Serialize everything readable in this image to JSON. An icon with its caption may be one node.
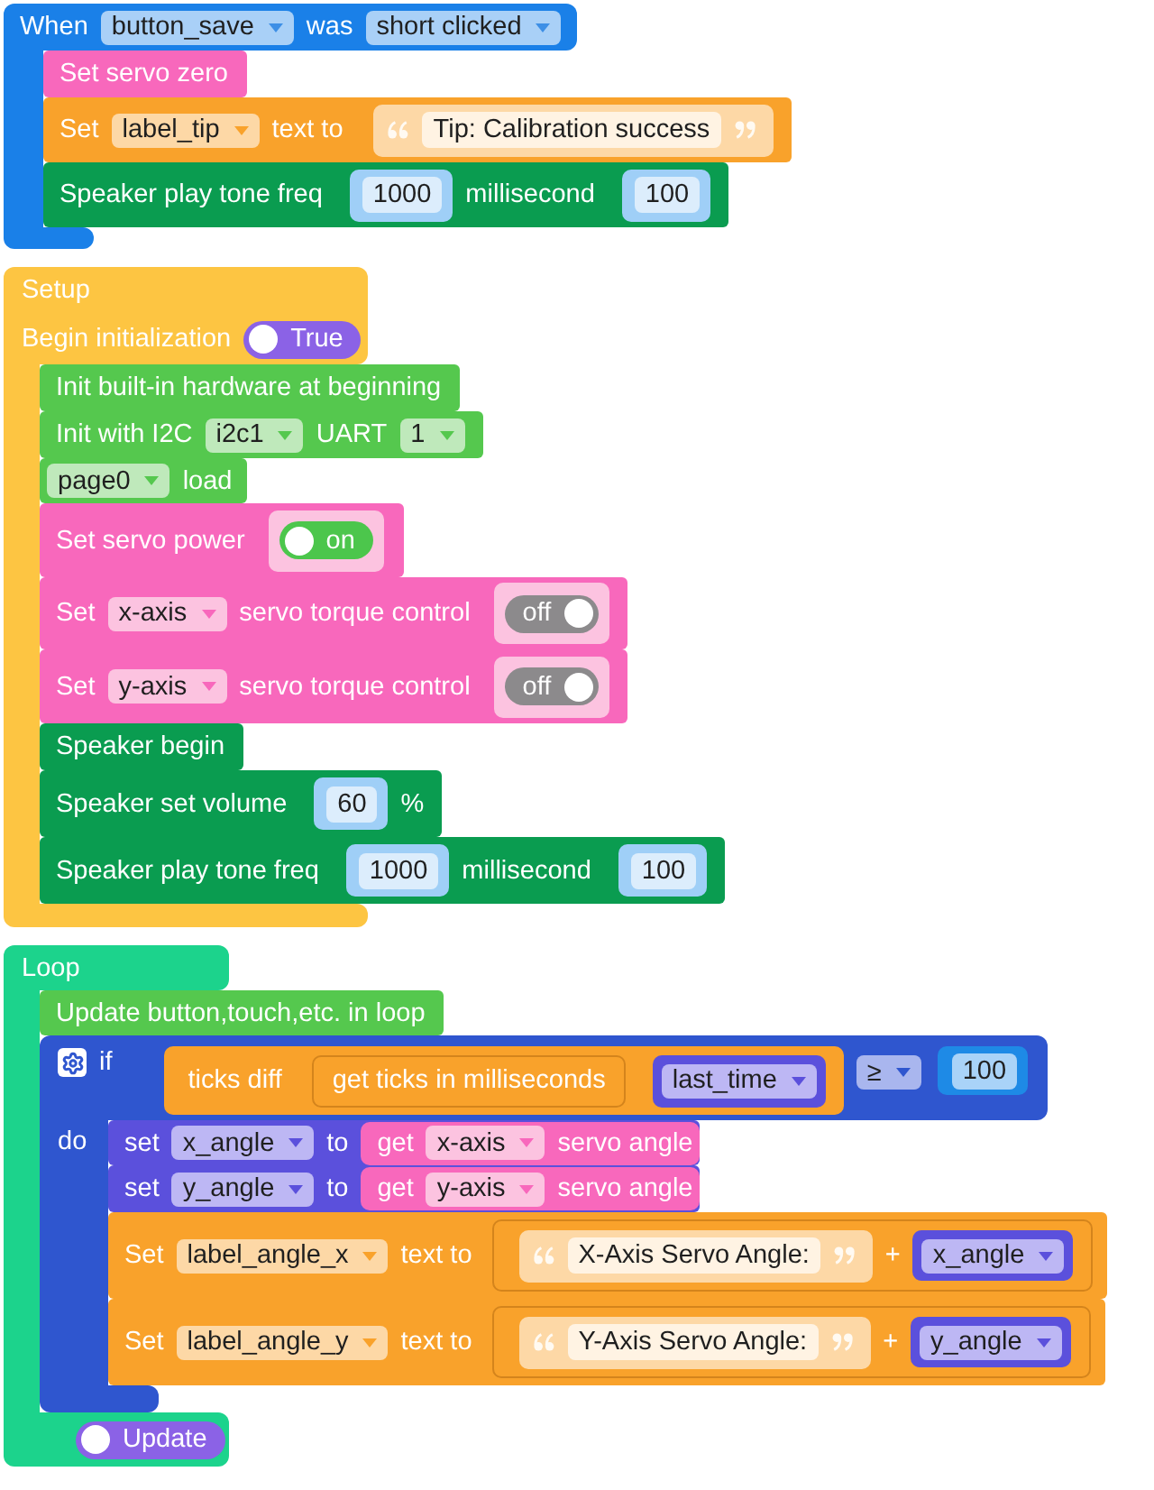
{
  "diagram": {
    "nodes": [
      {
        "text": [
          "When",
          "button_save",
          "was",
          "short clicked"
        ]
      },
      {
        "text": [],
        "shape": "bar"
      },
      {
        "text": [
          "Set servo zero"
        ]
      },
      {
        "text": [
          "Set",
          "label_tip",
          "text to"
        ]
      },
      {
        "text": [
          "Tip: Calibration success"
        ],
        "in": 3
      },
      {
        "text": [
          "Speaker play tone freq",
          "millisecond"
        ]
      },
      {
        "text": [
          "1000"
        ],
        "in": 5
      },
      {
        "text": [
          "100"
        ],
        "in": 5
      },
      {
        "text": [
          "Setup",
          "Begin initialization",
          "True"
        ]
      },
      {
        "text": [],
        "shape": "bar"
      },
      {
        "text": [
          "Init built-in hardware at beginning"
        ]
      },
      {
        "text": [
          "Init with I2C",
          "i2c1",
          "UART",
          "1"
        ]
      },
      {
        "text": [
          "page0",
          "load"
        ]
      },
      {
        "text": [
          "Set servo power"
        ]
      },
      {
        "text": [
          "on"
        ],
        "in": 13
      },
      {
        "text": [
          "Set",
          "x-axis",
          "servo torque control"
        ]
      },
      {
        "text": [
          "off"
        ],
        "in": 15
      },
      {
        "text": [
          "Set",
          "y-axis",
          "servo torque control"
        ]
      },
      {
        "text": [
          "off"
        ],
        "in": 17
      },
      {
        "text": [
          "Speaker begin"
        ]
      },
      {
        "text": [
          "Speaker set volume",
          "%"
        ]
      },
      {
        "text": [
          "60"
        ],
        "in": 20
      },
      {
        "text": [
          "Speaker play tone freq",
          "millisecond"
        ]
      },
      {
        "text": [
          "1000"
        ],
        "in": 22
      },
      {
        "text": [
          "100"
        ],
        "in": 22
      },
      {
        "text": [
          "Loop"
        ]
      },
      {
        "text": [],
        "shape": "bar"
      },
      {
        "text": [
          "Update button,touch,etc. in loop"
        ]
      },
      {
        "text": [
          "if",
          "≥"
        ]
      },
      {
        "text": [
          "ticks diff"
        ],
        "in": 28
      },
      {
        "text": [
          "get ticks in milliseconds"
        ],
        "in": 29
      },
      {
        "text": [
          "last_time"
        ],
        "in": 29
      },
      {
        "text": [
          "100"
        ],
        "in": 28
      },
      {
        "text": [
          "do"
        ]
      },
      {
        "text": [
          "set",
          "x_angle",
          "to"
        ]
      },
      {
        "text": [
          "get",
          "x-axis",
          "servo angle"
        ],
        "in": 34
      },
      {
        "text": [
          "set",
          "y_angle",
          "to"
        ]
      },
      {
        "text": [
          "get",
          "y-axis",
          "servo angle"
        ],
        "in": 36
      },
      {
        "text": [
          "Set",
          "label_angle_x",
          "text to"
        ]
      },
      {
        "text": [
          "+"
        ],
        "in": 38
      },
      {
        "text": [
          "X-Axis Servo Angle:"
        ],
        "in": 39
      },
      {
        "text": [
          "x_angle"
        ],
        "in": 39
      },
      {
        "text": [
          "Set",
          "label_angle_y",
          "text to"
        ]
      },
      {
        "text": [
          "+"
        ],
        "in": 42
      },
      {
        "text": [
          "Y-Axis Servo Angle:"
        ],
        "in": 43
      },
      {
        "text": [
          "y_angle"
        ],
        "in": 43
      },
      {
        "text": [
          "Update"
        ]
      }
    ]
  }
}
